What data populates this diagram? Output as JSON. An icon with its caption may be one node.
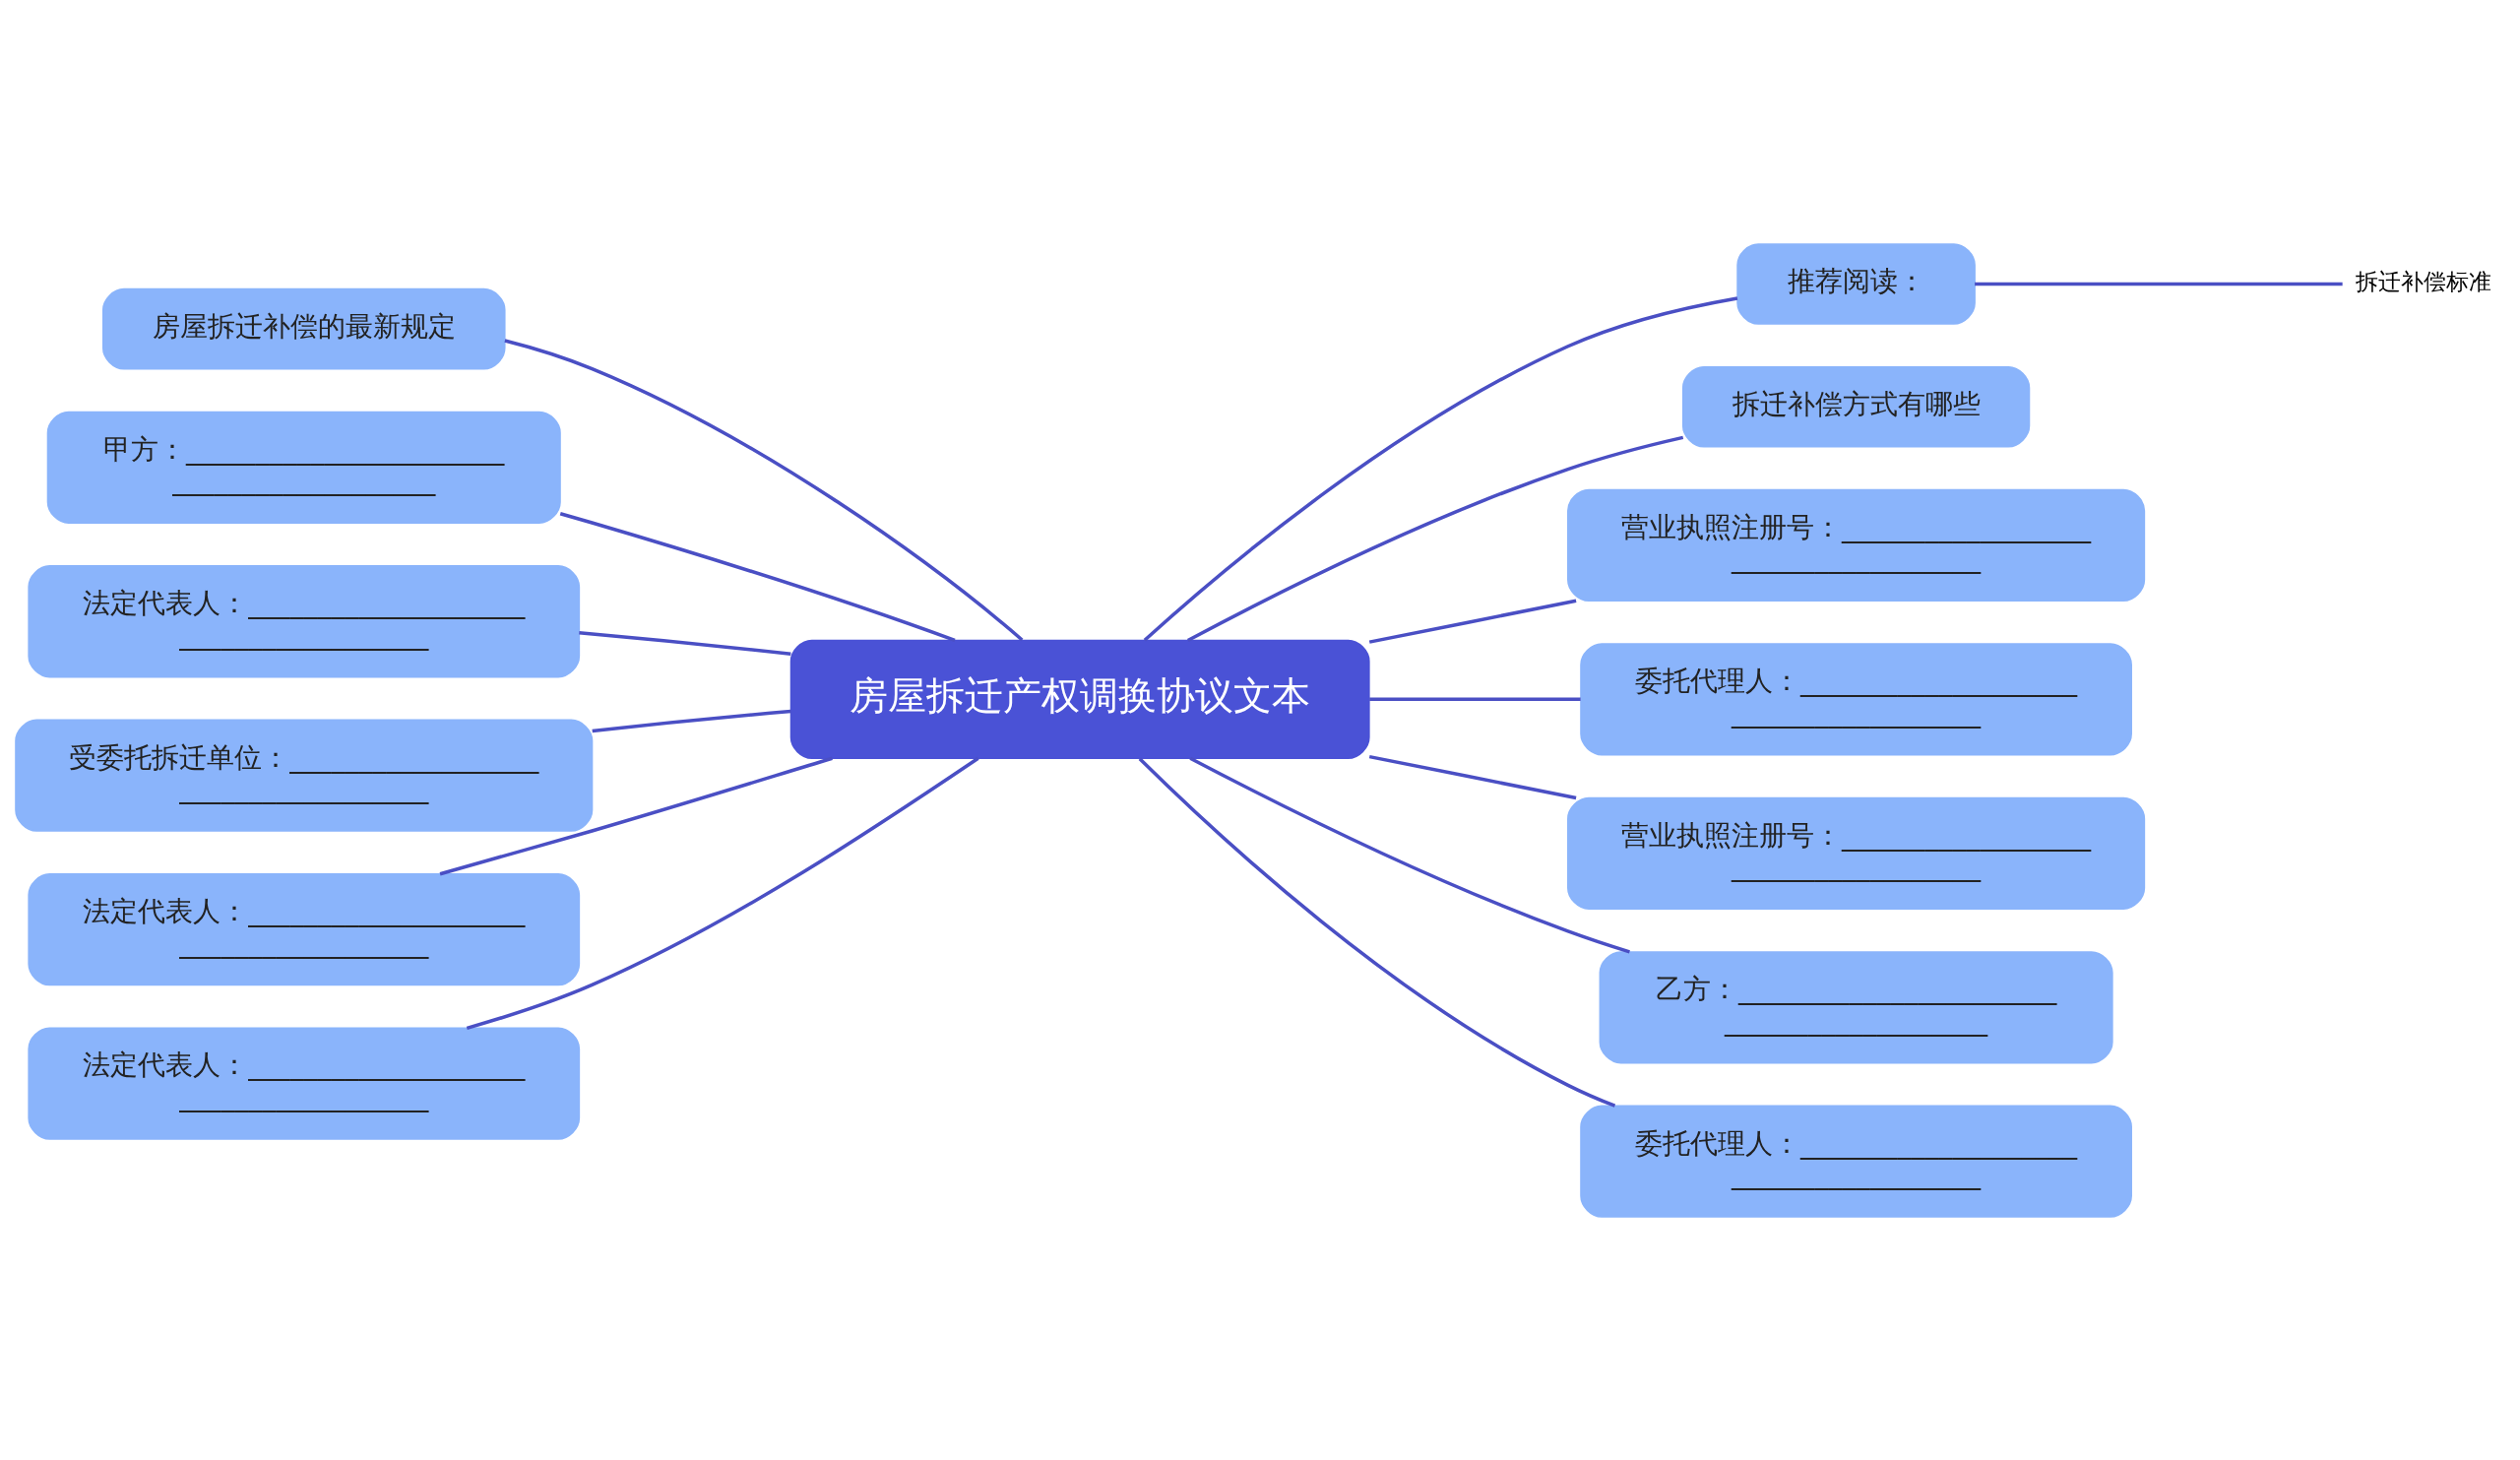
{
  "diagram": {
    "nodes": [
      {
        "text": [
          "房屋拆迁产权调换协议文本"
        ]
      },
      {
        "text": [
          "房屋拆迁补偿的最新规定"
        ]
      },
      {
        "text": [
          "甲方：__________________________________________"
        ]
      },
      {
        "text": [
          "法定代表人：______________________________________"
        ]
      },
      {
        "text": [
          "受委托拆迁单位：____________________________________"
        ]
      },
      {
        "text": [
          "法定代表人：______________________________________"
        ]
      },
      {
        "text": [
          "法定代表人：______________________________________"
        ]
      },
      {
        "text": [
          "推荐阅读："
        ]
      },
      {
        "text": [
          "拆迁补偿标准"
        ]
      },
      {
        "text": [
          "拆迁补偿方式有哪些"
        ]
      },
      {
        "text": [
          "营业执照注册号：____________________________________"
        ]
      },
      {
        "text": [
          "委托代理人：______________________________________"
        ]
      },
      {
        "text": [
          "营业执照注册号：____________________________________"
        ]
      },
      {
        "text": [
          "乙方：__________________________________________"
        ]
      },
      {
        "text": [
          "委托代理人：______________________________________"
        ]
      }
    ],
    "edges": [
      {
        "from": 0,
        "to": 1,
        "arrow": "none"
      },
      {
        "from": 0,
        "to": 2,
        "arrow": "none"
      },
      {
        "from": 0,
        "to": 3,
        "arrow": "none"
      },
      {
        "from": 0,
        "to": 4,
        "arrow": "none"
      },
      {
        "from": 0,
        "to": 5,
        "arrow": "none"
      },
      {
        "from": 0,
        "to": 6,
        "arrow": "none"
      },
      {
        "from": 0,
        "to": 7,
        "arrow": "none"
      },
      {
        "from": 7,
        "to": 8,
        "arrow": "none"
      },
      {
        "from": 0,
        "to": 9,
        "arrow": "none"
      },
      {
        "from": 0,
        "to": 10,
        "arrow": "none"
      },
      {
        "from": 0,
        "to": 11,
        "arrow": "none"
      },
      {
        "from": 0,
        "to": 12,
        "arrow": "none"
      },
      {
        "from": 0,
        "to": 13,
        "arrow": "none"
      },
      {
        "from": 0,
        "to": 14,
        "arrow": "none"
      }
    ]
  }
}
